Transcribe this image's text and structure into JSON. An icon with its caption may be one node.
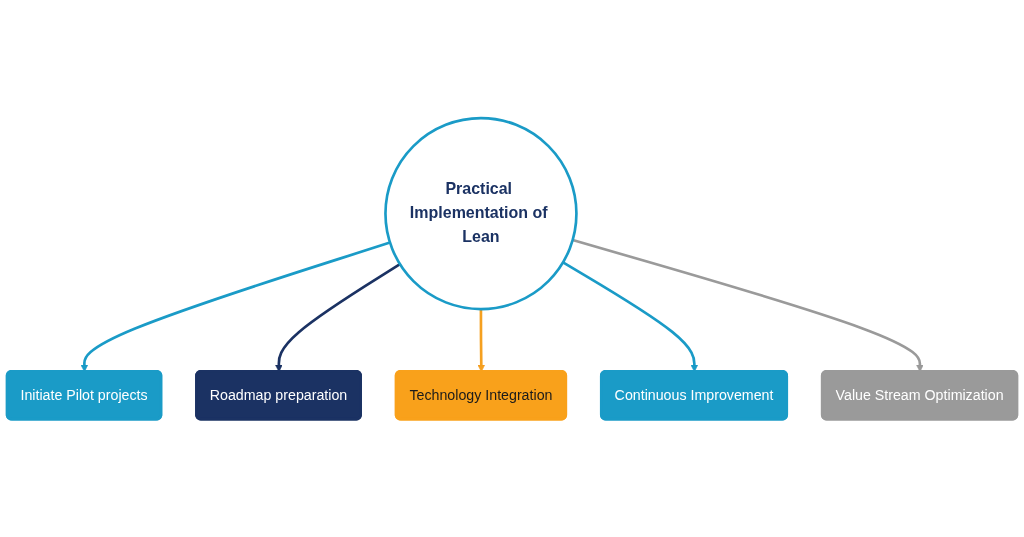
{
  "diagram": {
    "nodes": [
      {
        "text": [
          "Initiate Pilot projects"
        ]
      },
      {
        "text": [
          "Roadmap preparation"
        ]
      },
      {
        "text": [
          "Technology Integration"
        ]
      },
      {
        "text": [
          "Practical Implementation of Lean"
        ]
      },
      {
        "text": [
          "Continuous Improvement"
        ]
      },
      {
        "text": [
          "Value Stream Optimization"
        ]
      }
    ],
    "edges": [
      {
        "from": 3,
        "to": 0,
        "arrow": "to"
      },
      {
        "from": 3,
        "to": 1,
        "arrow": "to",
        "color": "#1b3263"
      },
      {
        "from": 3,
        "to": 2,
        "arrow": "to",
        "color": "#f5a020"
      },
      {
        "from": 3,
        "to": 4,
        "arrow": "to"
      },
      {
        "from": 3,
        "to": 5,
        "arrow": "to",
        "color": "#9a9a9a"
      }
    ]
  }
}
